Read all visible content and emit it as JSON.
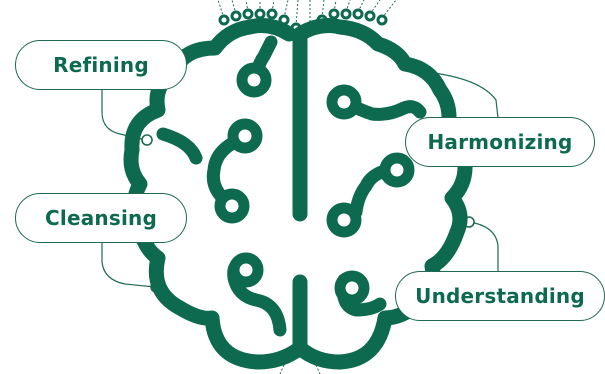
{
  "diagram": {
    "labels": {
      "refining": "Refining",
      "harmonizing": "Harmonizing",
      "cleansing": "Cleansing",
      "understanding": "Understanding"
    },
    "colors": {
      "brain": "#0d6a4f",
      "label_text": "#0d6a4f",
      "label_border": "#1f6b52",
      "connector": "#1f6b52",
      "background": "#ffffff"
    },
    "icon": "brain-circuit-icon"
  }
}
